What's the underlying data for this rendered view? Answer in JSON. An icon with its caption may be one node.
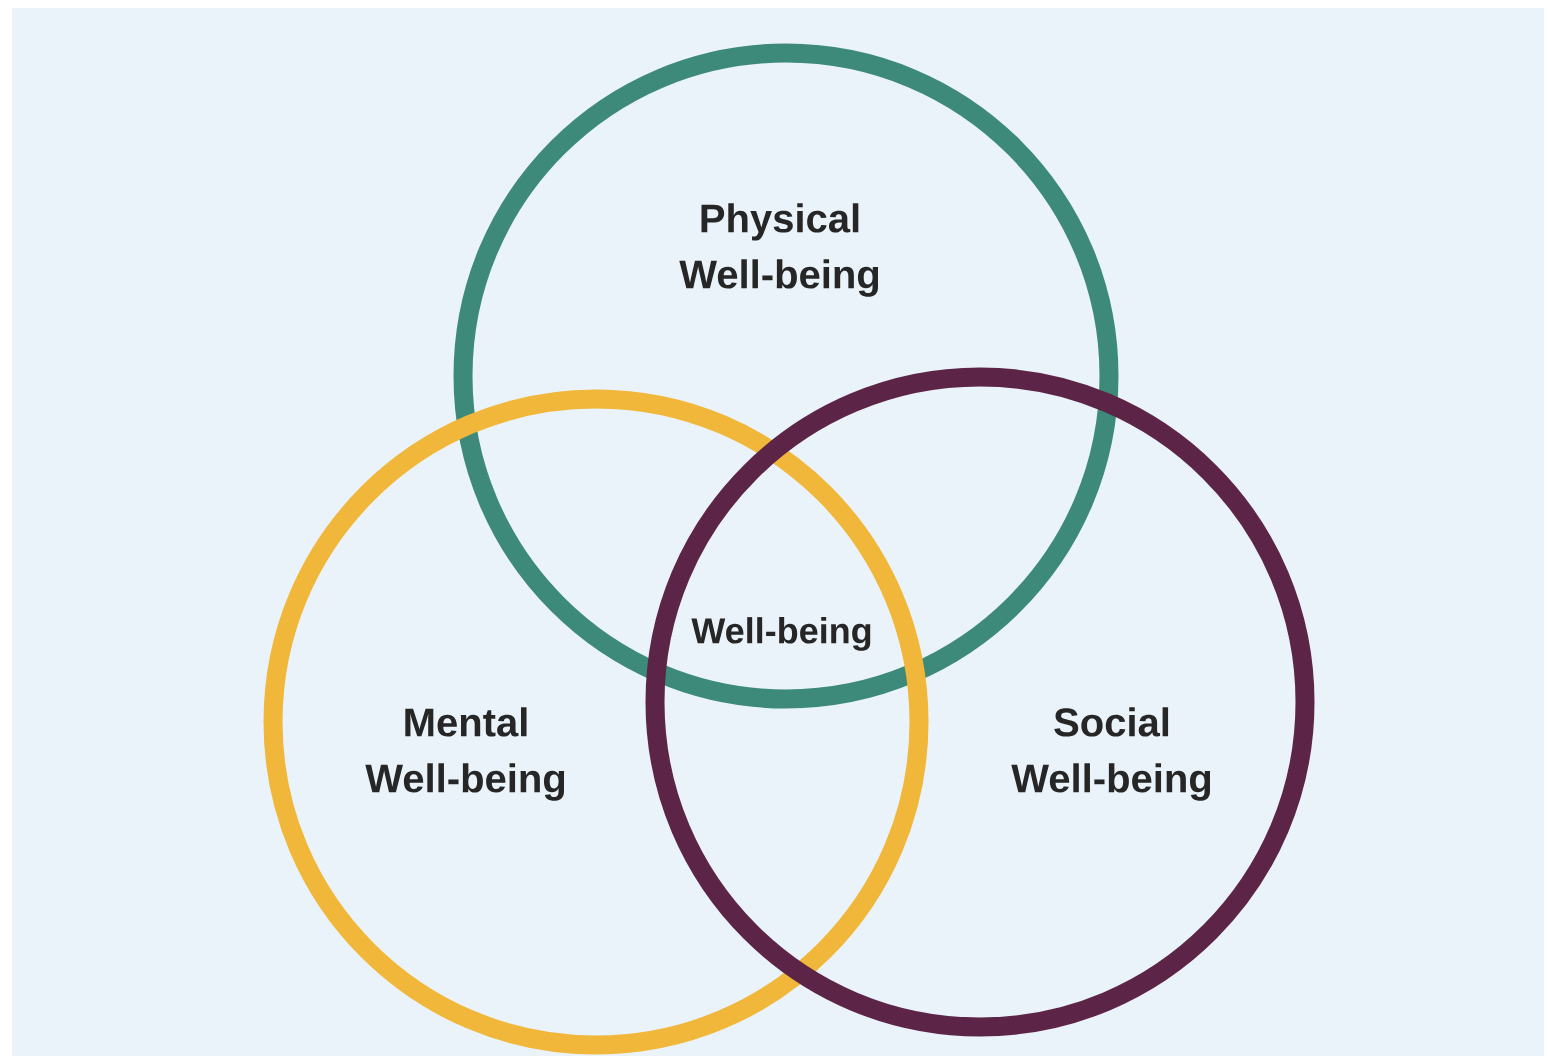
{
  "diagram": {
    "nodes": [
      {
        "text": [
          "Physical Well-being"
        ]
      },
      {
        "text": [
          "Mental Well-being"
        ]
      },
      {
        "text": [
          "Social Well-being"
        ]
      }
    ],
    "labels": [
      "Well-being"
    ]
  }
}
